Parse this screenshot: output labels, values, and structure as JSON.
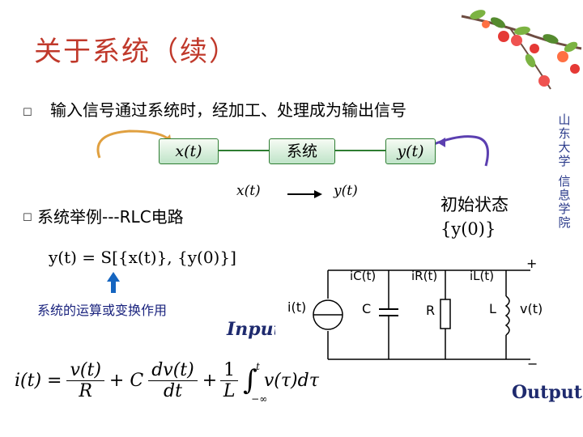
{
  "title": "关于系统（续）",
  "bullet1": "输入信号通过系统时，经加工、处理成为输出信号",
  "diagram": {
    "input_label": "x(t)",
    "system_label": "系统",
    "output_label": "y(t)",
    "mapping_input": "x(t)",
    "mapping_output": "y(t)"
  },
  "bullet2": "系统举例---RLC电路",
  "initial_state": {
    "line1": "初始状态",
    "line2": "{y(0)}"
  },
  "system_equation": "y(t) = S[{x(t)}, {y(0)}]",
  "operator_note": "系统的运算或变换作用",
  "circuit": {
    "input_word": "Input",
    "output_word": "Output",
    "source_label": "i(t)",
    "cap_label": "C",
    "res_label": "R",
    "ind_label": "L",
    "out_label": "v(t)",
    "ic_label": "iC(t)",
    "ir_label": "iR(t)",
    "il_label": "iL(t)",
    "plus": "+",
    "minus": "−"
  },
  "equation": {
    "lhs": "i(t) =",
    "f1_num": "v(t)",
    "f1_den": "R",
    "plus1": "+ C",
    "f2_num": "dv(t)",
    "f2_den": "dt",
    "plus2": "+",
    "f3_num": "1",
    "f3_den": "L",
    "integral": "∫",
    "upper": "t",
    "lower": "−∞",
    "integrand": "v(τ)dτ"
  },
  "watermark": {
    "line1": "山东大学",
    "line2": "信息学院"
  },
  "colors": {
    "title": "#c0392b",
    "arrow_in": "#e0a040",
    "arrow_out": "#5b3fb0",
    "line": "#2e7d32",
    "note": "#1a237e",
    "input_word": "#1e2a6e"
  }
}
